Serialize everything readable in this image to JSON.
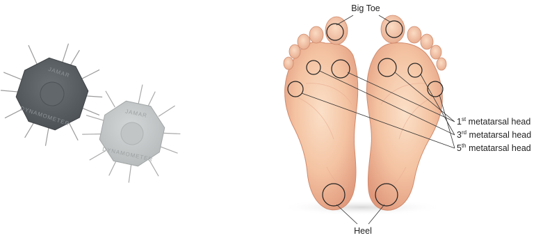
{
  "colors": {
    "skin_light": "#f7cfae",
    "skin_dark": "#e2977a",
    "tool_dark": "#5a5f63",
    "tool_light": "#c6c9ca",
    "ink": "#222222"
  },
  "left_panel": {
    "items": [
      {
        "name": "dark-octagonal-tool",
        "engraving": [
          "JAMAR",
          "DYNAMOMETER"
        ]
      },
      {
        "name": "light-octagonal-tool",
        "engraving": [
          "JAMAR",
          "DYNAMOMETER"
        ]
      }
    ]
  },
  "right_panel": {
    "labels": {
      "big_toe": "Big Toe",
      "heel": "Heel",
      "meta1_num": "1",
      "meta1_sup": "st",
      "meta3_num": "3",
      "meta3_sup": "rd",
      "meta5_num": "5",
      "meta5_sup": "th",
      "meta_suffix": " metatarsal head"
    }
  }
}
